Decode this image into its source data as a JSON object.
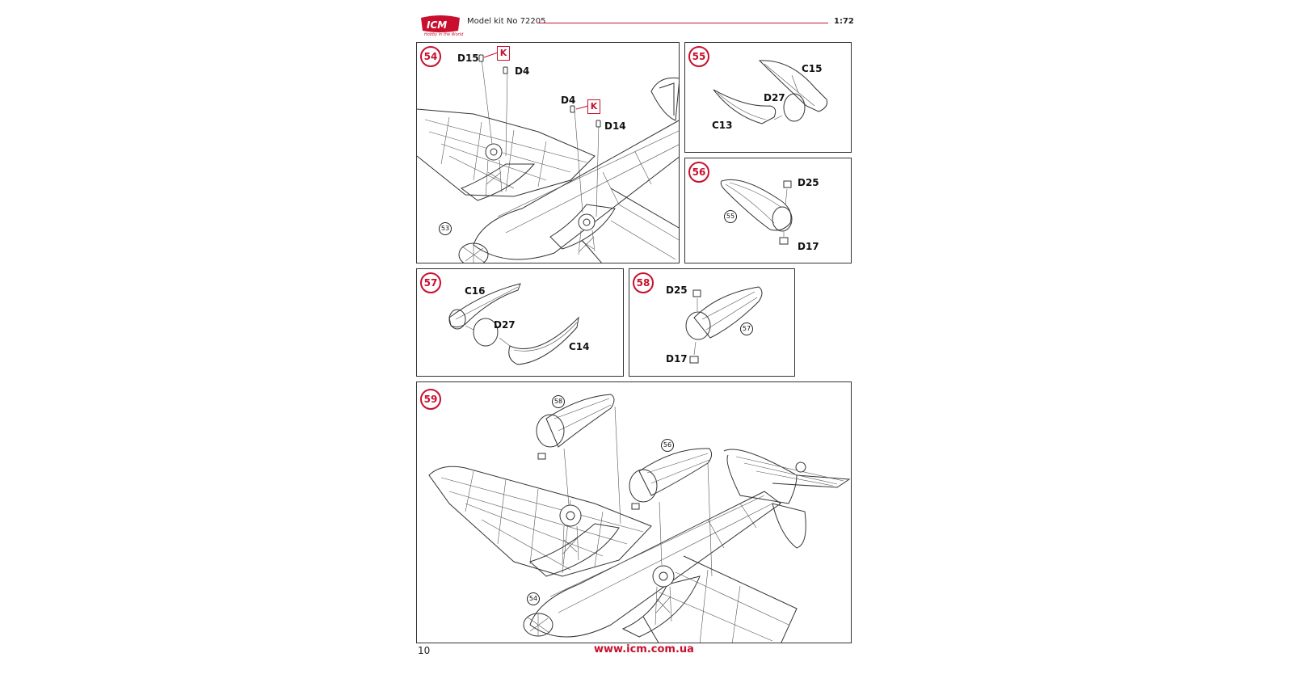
{
  "header": {
    "logo_text": "ICM",
    "logo_tagline": "Hobby in the World",
    "title": "Model kit No 72205",
    "scale": "1:72",
    "brand_color": "#c8102e"
  },
  "steps": [
    {
      "number": "54",
      "parts": [
        "D15",
        "D4",
        "D4",
        "D14"
      ],
      "kit_marker": "K",
      "ref": "53"
    },
    {
      "number": "55",
      "parts": [
        "C15",
        "D27",
        "C13"
      ]
    },
    {
      "number": "56",
      "parts": [
        "D25",
        "D17"
      ],
      "ref": "55"
    },
    {
      "number": "57",
      "parts": [
        "C16",
        "D27",
        "C14"
      ]
    },
    {
      "number": "58",
      "parts": [
        "D25",
        "D17"
      ],
      "ref": "57"
    },
    {
      "number": "59",
      "refs": [
        "58",
        "56",
        "54"
      ]
    }
  ],
  "footer": {
    "page_number": "10",
    "url": "www.icm.com.ua"
  }
}
